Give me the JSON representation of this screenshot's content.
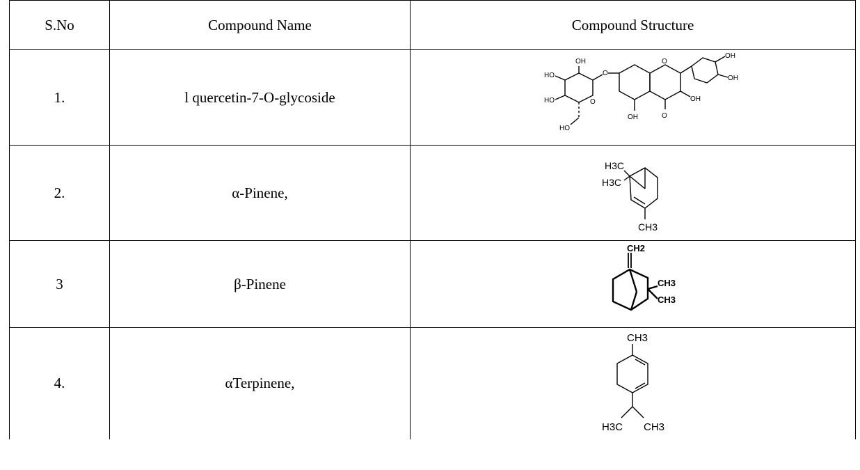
{
  "table": {
    "headers": [
      "S.No",
      "Compound Name",
      "Compound Structure"
    ],
    "rows": [
      {
        "sno": "1.",
        "name": "l quercetin-7-O-glycoside",
        "structure_icon": "quercetin-7-o-glycoside-structure"
      },
      {
        "sno": "2.",
        "name": "α-Pinene,",
        "structure_icon": "alpha-pinene-structure"
      },
      {
        "sno": "3",
        "name": "β-Pinene",
        "structure_icon": "beta-pinene-structure"
      },
      {
        "sno": "4.",
        "name": "αTerpinene,",
        "structure_icon": "alpha-terpinene-structure"
      }
    ]
  },
  "labels": {
    "oh": "OH",
    "ho": "HO",
    "o": "O",
    "h3c": "H3C",
    "ch3": "CH3",
    "ch2": "CH2"
  }
}
